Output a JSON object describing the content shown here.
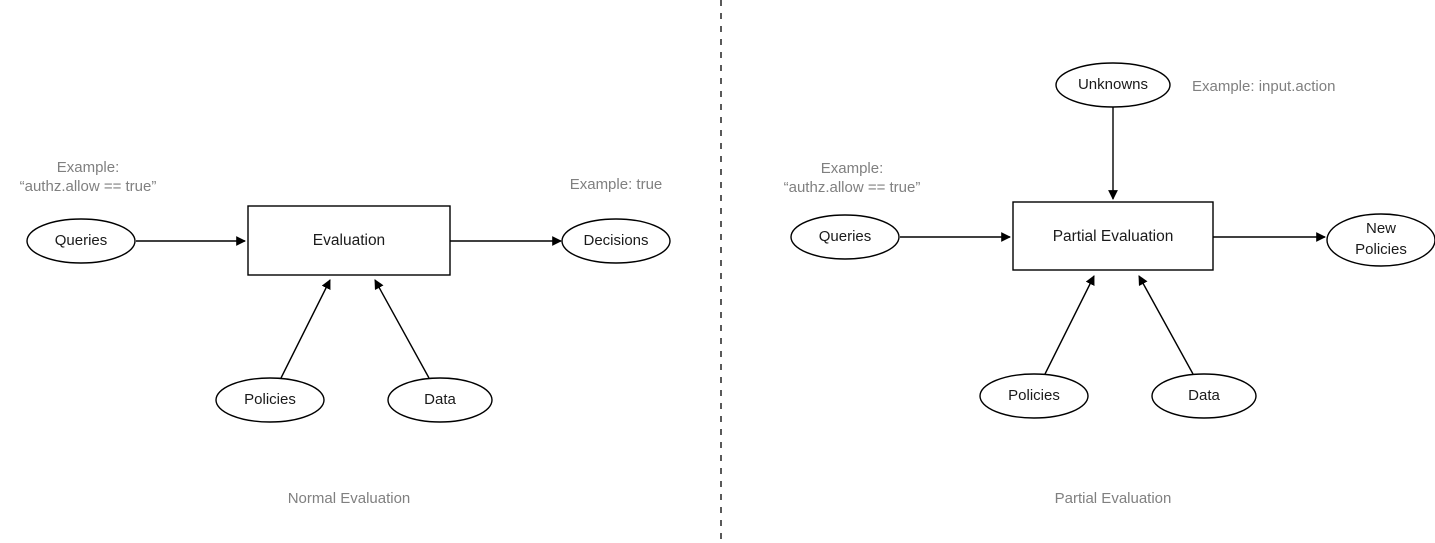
{
  "diagram": {
    "type": "flow-diagram",
    "background": "#ffffff",
    "node_stroke": "#000000",
    "node_fill": "#ffffff",
    "annotation_color": "#808080",
    "text_color": "#1a1a1a",
    "panels": [
      {
        "id": "normal-evaluation",
        "caption": "Normal Evaluation",
        "nodes": {
          "queries": "Queries",
          "process": "Evaluation",
          "decisions": "Decisions",
          "policies": "Policies",
          "data": "Data"
        },
        "annotations": {
          "queries_example_line1": "Example:",
          "queries_example_line2": "“authz.allow == true”",
          "output_example": "Example: true"
        }
      },
      {
        "id": "partial-evaluation",
        "caption": "Partial Evaluation",
        "nodes": {
          "queries": "Queries",
          "process": "Partial Evaluation",
          "unknowns": "Unknowns",
          "new_policies_line1": "New",
          "new_policies_line2": "Policies",
          "policies": "Policies",
          "data": "Data"
        },
        "annotations": {
          "queries_example_line1": "Example:",
          "queries_example_line2": "“authz.allow == true”",
          "unknowns_example": "Example: input.action"
        }
      }
    ]
  }
}
